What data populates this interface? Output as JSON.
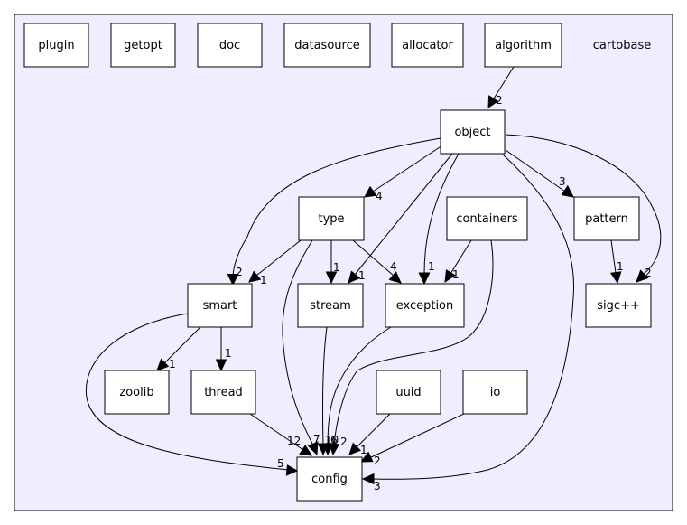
{
  "colors": {
    "cluster_fill": "#eeeeff",
    "node_fill": "#ffffff",
    "stroke": "#000000"
  },
  "cluster": {
    "label": "cartobase"
  },
  "nodes": {
    "plugin": "plugin",
    "getopt": "getopt",
    "doc": "doc",
    "datasource": "datasource",
    "allocator": "allocator",
    "algorithm": "algorithm",
    "object": "object",
    "type": "type",
    "containers": "containers",
    "pattern": "pattern",
    "smart": "smart",
    "stream": "stream",
    "exception": "exception",
    "sigcpp": "sigc++",
    "zoolib": "zoolib",
    "thread": "thread",
    "uuid": "uuid",
    "io": "io",
    "config": "config"
  },
  "edges": {
    "algorithm_object": "2",
    "object_type": "4",
    "object_pattern": "3",
    "object_smart": "2",
    "object_stream": "1",
    "object_exception": "1",
    "object_sigcpp": "2",
    "object_config": "3",
    "type_smart": "1",
    "type_stream": "1",
    "type_exception": "4",
    "type_config": "7",
    "containers_exception": "1",
    "containers_config": "2",
    "pattern_sigcpp": "1",
    "smart_zoolib": "1",
    "smart_thread": "1",
    "smart_config": "5",
    "thread_config": "12",
    "stream_config": "10",
    "exception_config": "6",
    "uuid_config": "1",
    "io_config": "2"
  }
}
